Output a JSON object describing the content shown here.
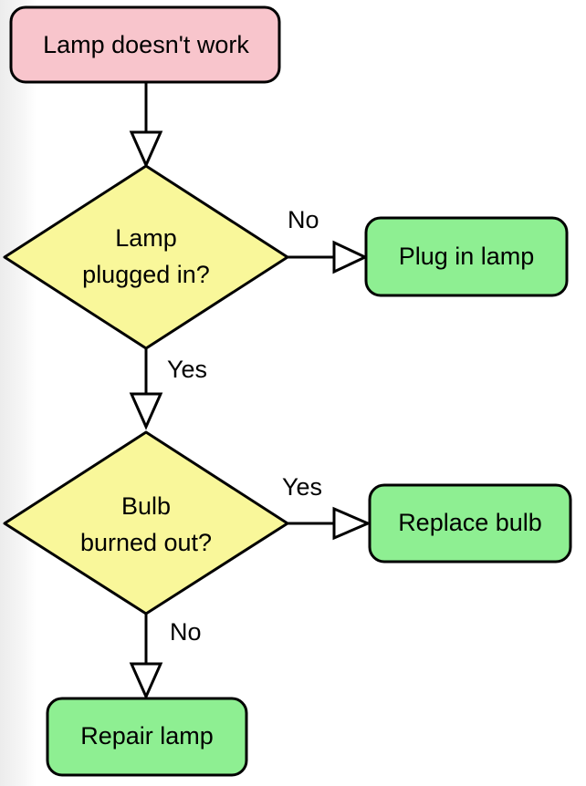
{
  "colors": {
    "start_fill": "#f8c5cc",
    "decision_fill": "#f9f79a",
    "action_fill": "#8eef92",
    "stroke": "#000000",
    "background": "#ffffff"
  },
  "nodes": {
    "start": {
      "label": "Lamp doesn't work"
    },
    "plugged_decision": {
      "line1": "Lamp",
      "line2": "plugged in?"
    },
    "plug_in": {
      "label": "Plug in lamp"
    },
    "bulb_decision": {
      "line1": "Bulb",
      "line2": "burned out?"
    },
    "replace_bulb": {
      "label": "Replace bulb"
    },
    "repair": {
      "label": "Repair lamp"
    }
  },
  "edges": {
    "plugged_no": "No",
    "plugged_yes": "Yes",
    "bulb_yes": "Yes",
    "bulb_no": "No"
  }
}
